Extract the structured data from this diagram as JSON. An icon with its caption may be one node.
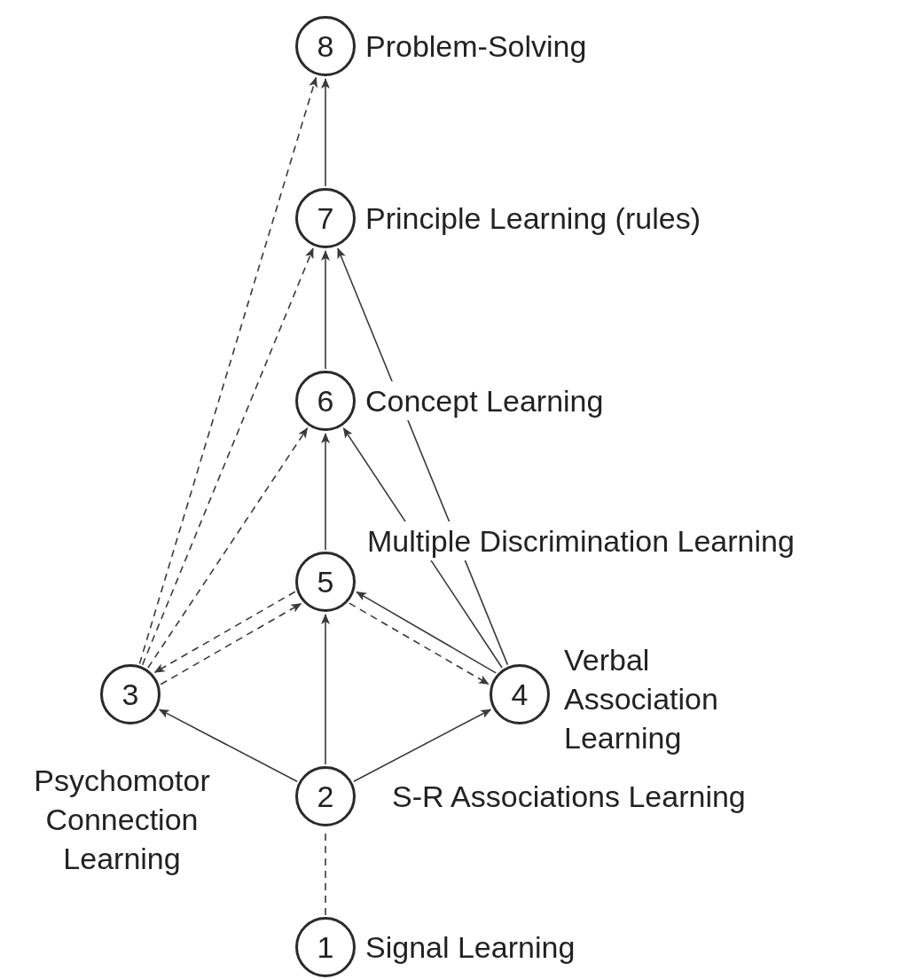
{
  "diagram": {
    "nodes": [
      {
        "text": [
          "8"
        ],
        "beside": [
          "Problem-Solving"
        ]
      },
      {
        "text": [
          "7"
        ],
        "beside": [
          "Principle Learning (rules)"
        ]
      },
      {
        "text": [
          "6"
        ],
        "beside": [
          "Concept Learning"
        ]
      },
      {
        "text": [
          "5"
        ],
        "beside": [
          "Multiple Discrimination Learning"
        ]
      },
      {
        "text": [
          "3"
        ],
        "beside": [
          "Psychomotor Connection Learning"
        ]
      },
      {
        "text": [
          "4"
        ],
        "beside": [
          "Verbal Association Learning"
        ]
      },
      {
        "text": [
          "2"
        ],
        "beside": [
          "S-R Associations Learning"
        ]
      },
      {
        "text": [
          "1"
        ],
        "beside": [
          "Signal Learning"
        ]
      }
    ],
    "edges": [
      {
        "from": 7,
        "to": 6,
        "arrow": "none",
        "style": "dashed"
      },
      {
        "from": 6,
        "to": 4,
        "arrow": "to"
      },
      {
        "from": 6,
        "to": 3,
        "arrow": "to"
      },
      {
        "from": 6,
        "to": 5,
        "arrow": "to"
      },
      {
        "from": 4,
        "to": 3,
        "arrow": "to",
        "style": "dashed"
      },
      {
        "from": 3,
        "to": 4,
        "arrow": "to",
        "style": "dashed"
      },
      {
        "from": 3,
        "to": 5,
        "arrow": "to",
        "style": "dashed"
      },
      {
        "from": 5,
        "to": 3,
        "arrow": "to"
      },
      {
        "from": 3,
        "to": 2,
        "arrow": "to"
      },
      {
        "from": 5,
        "to": 2,
        "arrow": "to"
      },
      {
        "from": 5,
        "to": 1,
        "arrow": "to"
      },
      {
        "from": 4,
        "to": 2,
        "arrow": "to",
        "style": "dashed"
      },
      {
        "from": 4,
        "to": 1,
        "arrow": "to",
        "style": "dashed"
      },
      {
        "from": 4,
        "to": 0,
        "arrow": "to",
        "style": "dashed"
      },
      {
        "from": 2,
        "to": 1,
        "arrow": "to"
      },
      {
        "from": 1,
        "to": 0,
        "arrow": "to"
      }
    ]
  }
}
